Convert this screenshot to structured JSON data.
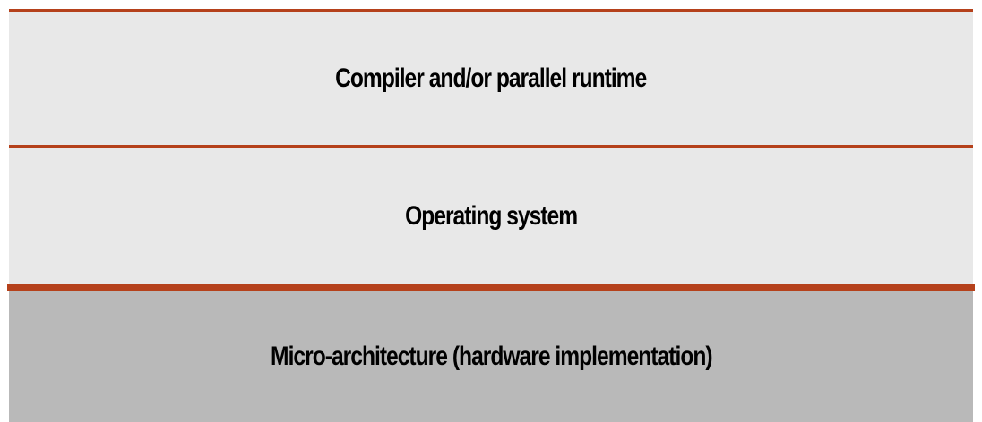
{
  "diagram": {
    "layers": [
      {
        "label": "Compiler and/or parallel runtime"
      },
      {
        "label": "Operating system"
      },
      {
        "label": "Micro-architecture (hardware implementation)"
      }
    ],
    "colors": {
      "rule": "#b5411b",
      "software_layer_fill": "#e8e8e8",
      "hardware_layer_fill": "#b9b9b9",
      "text": "#000000"
    }
  }
}
